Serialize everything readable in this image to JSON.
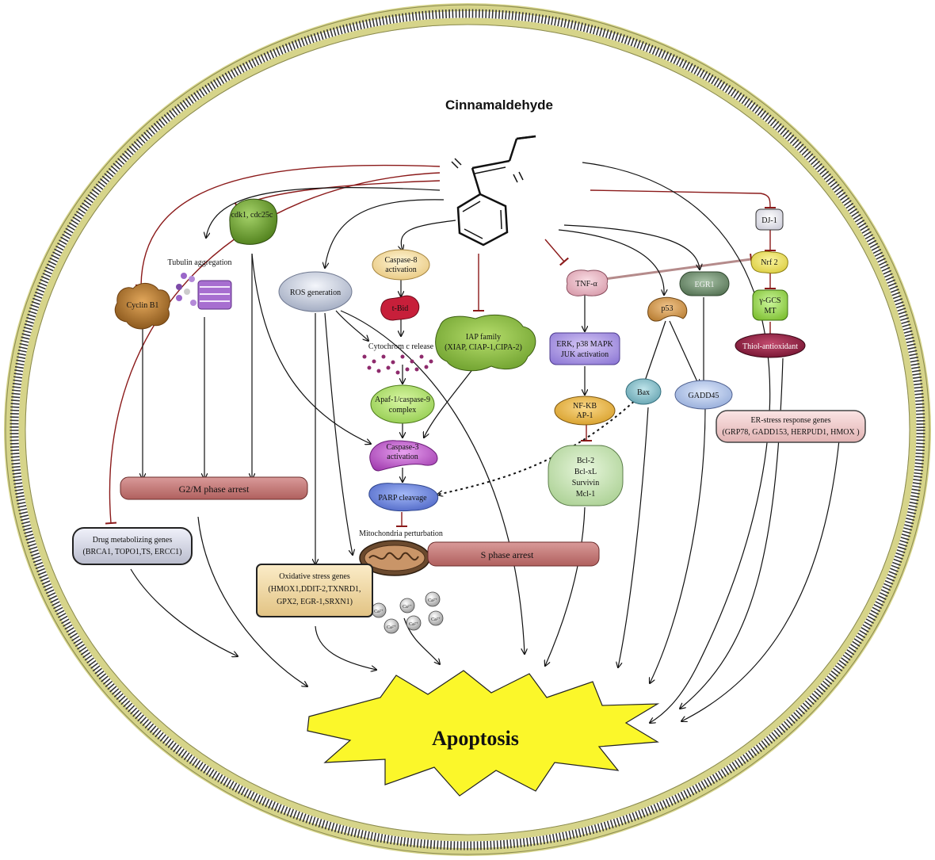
{
  "title": "Cinnamaldehyde",
  "outcome": "Apoptosis",
  "nodes": {
    "cdk": "cdk1, cdc25c",
    "tubulin": "Tubulin aggregation",
    "cyclin_b1": "Cyclin B1",
    "ros": "ROS generation",
    "caspase8": [
      "Caspase-8",
      "activation"
    ],
    "tbid": "t-Bid",
    "iap": [
      "IAP family",
      "(XIAP, CIAP-1,CIPA-2)"
    ],
    "cytochrome": "Cytochrom c release",
    "apaf": [
      "Apaf-1/caspase-9",
      "complex"
    ],
    "caspase3": [
      "Caspase-3",
      "activation"
    ],
    "parp": "PARP cleavage",
    "mito": "Mitochondria perturbation",
    "g2m": "G2/M phase arrest",
    "s_phase": "S phase arrest",
    "drug_genes": [
      "Drug metabolizing genes",
      "(BRCA1, TOPO1,TS, ERCC1)"
    ],
    "ox_genes": [
      "Oxidative stress genes",
      "(HMOX1,DDIT-2,TXNRD1,",
      "GPX2, EGR-1,SRXN1)"
    ],
    "tnf": "TNF-α",
    "erk": [
      "ERK, p38 MAPK",
      "JUK activation"
    ],
    "nfkb": [
      "NF-KB",
      "AP-1"
    ],
    "bcl": [
      "Bcl-2",
      "Bcl-xL",
      "Survivin",
      "Mcl-1"
    ],
    "p53": "p53",
    "bax": "Bax",
    "egr1": "EGR1",
    "gadd45": "GADD45",
    "dj1": "DJ-1",
    "nrf2": "Nrf 2",
    "ygcs": [
      "γ-GCS",
      "MT"
    ],
    "thiol": "Thiol-antioxidant",
    "er_genes": [
      "ER-stress response genes",
      "(GRP78, GADD153, HERPUD1, HMOX )"
    ],
    "ca_ion": "Ca²⁺"
  },
  "colors": {
    "inhibit": "#8b1a1a",
    "activate": "#111111",
    "membrane": "#c9c77a",
    "apoptosis_burst": "#fbf72a"
  }
}
